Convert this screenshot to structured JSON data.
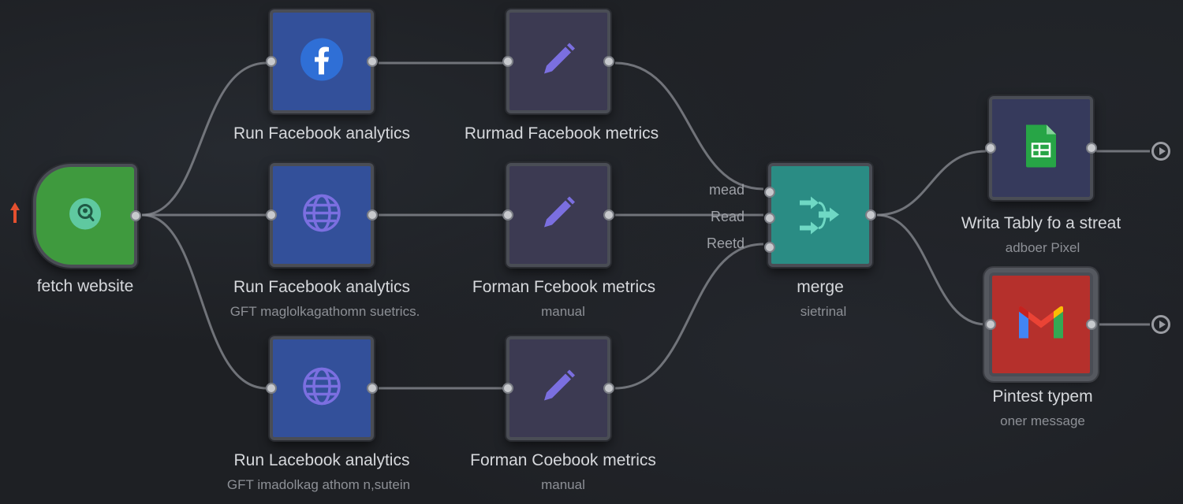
{
  "colors": {
    "trigger": "#3f9a3e",
    "facebook_node": "#33509a",
    "edit_node": "#3c3a52",
    "merge_node": "#2a8c84",
    "sheets_node": "#363a5c",
    "gmail_node": "#b5302c",
    "trigger_arrow": "#e5502f"
  },
  "nodes": {
    "fetch": {
      "label": "fetch website",
      "sublabel": "",
      "icon": "user-search-icon"
    },
    "fb1": {
      "label": "Run Facebook analytics",
      "sublabel": "",
      "icon": "facebook-icon"
    },
    "fb2": {
      "label": "Run Facebook analytics",
      "sublabel": "GFT maglolkagathomn suetrics.",
      "icon": "globe-icon"
    },
    "fb3": {
      "label": "Run Lacebook analytics",
      "sublabel": "GFT imadolkag athom n,sutein",
      "icon": "globe-icon"
    },
    "edit1": {
      "label": "Rurmad Facebook metrics",
      "sublabel": "",
      "icon": "pencil-icon"
    },
    "edit2": {
      "label": "Forman Fcebook metrics",
      "sublabel": "manual",
      "icon": "pencil-icon"
    },
    "edit3": {
      "label": "Forman Coebook metrics",
      "sublabel": "manual",
      "icon": "pencil-icon"
    },
    "merge": {
      "label": "merge",
      "sublabel": "sietrinal",
      "icon": "merge-icon",
      "inputs": [
        "mead",
        "Read",
        "Reetd"
      ]
    },
    "sheets": {
      "label": "Writa Tably fo a streat",
      "sublabel": "adboer Pixel",
      "icon": "google-sheets-icon"
    },
    "gmail": {
      "label": "Pintest typem",
      "sublabel": "oner message",
      "icon": "gmail-icon"
    }
  }
}
